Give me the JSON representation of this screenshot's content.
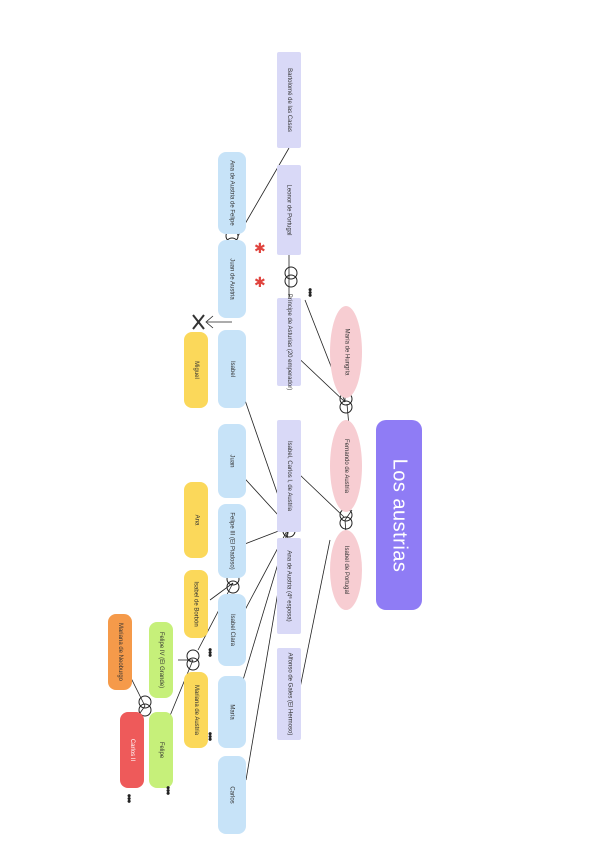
{
  "title": "Los austrias",
  "nodes": {
    "gen1": {
      "bartolome": "Bartolomé de las Casas",
      "leonor": "Leonor de Portugal",
      "principe": "Príncipe de Asturias (20 emperador)",
      "isabel_carlos": "Isabel, Carlos I, de Austria",
      "juana_aragon": "Ana de Austria (4ª esposa)",
      "alfonso_gales": "Alfonso de Gales (El Hermoso)"
    },
    "pink": {
      "maria": "María de Hungría",
      "fernando": "Fernando de Austria",
      "isabel_portugal": "Isabel de Portugal"
    },
    "gen2": {
      "alfonso_ana": "Ana de Austria de Felipe",
      "juan_austria": "Juan de Austria",
      "isabel_g": "Isabel",
      "juan": "Juan",
      "felipe3": "Felipe III (El Piadoso)",
      "isabel_clara": "Isabel Clara",
      "maria_b": "María",
      "carlos": "Carlos"
    },
    "yellow": {
      "miguel": "Miguel",
      "ana": "Ana",
      "isabel_borbon": "Isabel de Borbón",
      "mariana": "Mariana de Austria"
    },
    "green": {
      "felipe4": "Felipe IV (El Grande)",
      "felipe": "Felipe"
    },
    "red": {
      "carlos2": "Carlos II"
    },
    "orange": {
      "mariana_neoburgo": "Mariana de Neoburgo"
    }
  },
  "ellipsis": "•••",
  "star": "✱",
  "colors": {
    "title": "#8f7cf5",
    "lavender": "#d9d9f7",
    "blue": "#c7e3f8",
    "pink": "#f7cdd2",
    "yellow": "#fbd85a",
    "green": "#c6f07a",
    "red": "#ee5a5a",
    "orange": "#f59a4a"
  }
}
